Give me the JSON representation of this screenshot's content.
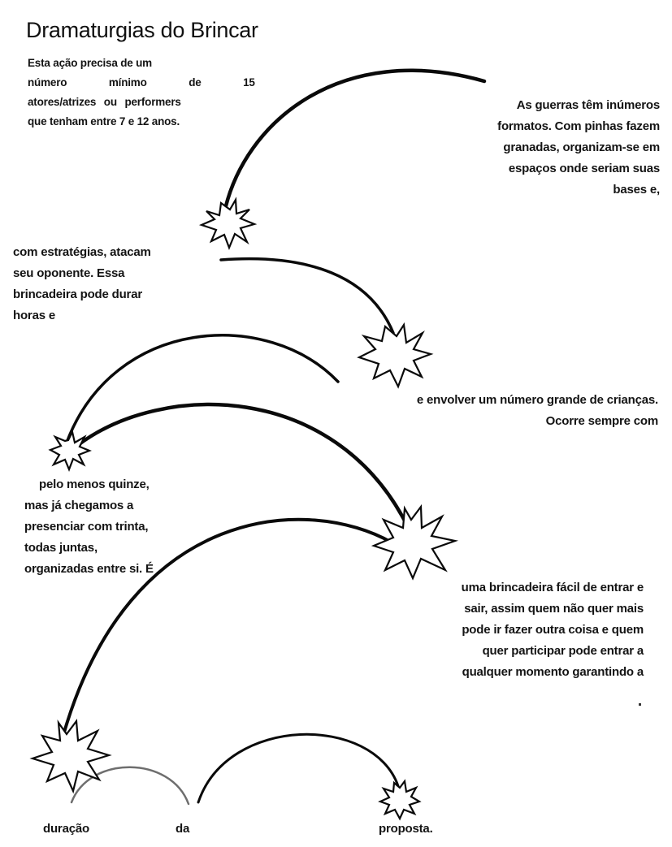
{
  "document": {
    "title": "Dramaturgias do Brincar",
    "intro": [
      "Esta ação precisa de um",
      "número mínimo de 15",
      "atores/atrizes ou performers",
      "que tenham entre 7 e 12 anos."
    ],
    "block1": [
      "As guerras têm inúmeros",
      "formatos. Com pinhas fazem",
      "granadas, organizam-se em",
      "espaços onde seriam suas",
      "bases e,"
    ],
    "block2": [
      "com estratégias, atacam",
      "seu oponente. Essa",
      "brincadeira pode durar",
      "horas e"
    ],
    "block3": [
      "e envolver um número grande de crianças.",
      "Ocorre sempre com"
    ],
    "block4": [
      "pelo menos quinze,",
      "mas já chegamos a",
      "presenciar com trinta,",
      "todas juntas,",
      "organizadas entre si. É"
    ],
    "block5": [
      "uma brincadeira fácil de entrar e",
      "sair, assim quem não quer mais",
      "pode ir fazer outra coisa e quem",
      "quer participar pode entrar a",
      "qualquer momento garantindo a"
    ],
    "bottom_words": [
      "duração",
      "da",
      "proposta."
    ]
  },
  "colors": {
    "text": "#141414",
    "stroke": "#0a0a0a",
    "light_stroke": "#6e6e6e",
    "background": "#ffffff"
  }
}
